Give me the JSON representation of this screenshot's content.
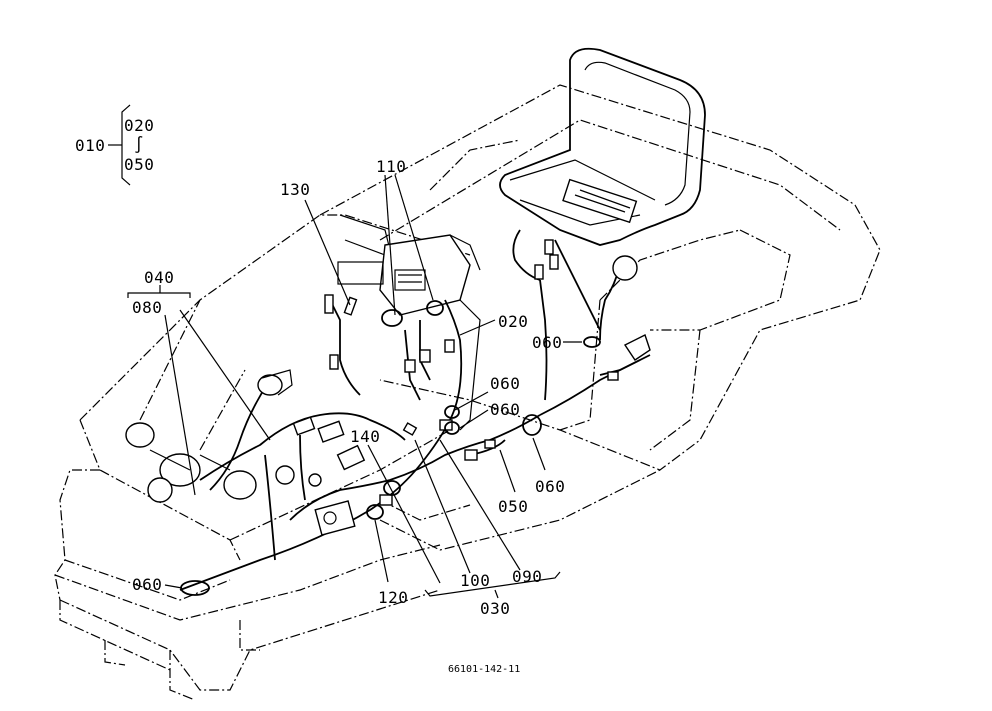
{
  "diagram": {
    "callouts": {
      "c010": "010",
      "c020_top": "020",
      "c_range": "∫",
      "c050_top": "050",
      "c040": "040",
      "c080": "080",
      "c130": "130",
      "c110": "110",
      "c020": "020",
      "c060_a": "060",
      "c060_b": "060",
      "c060_c": "060",
      "c060_d": "060",
      "c060_e": "060",
      "c140": "140",
      "c050": "050",
      "c120": "120",
      "c100": "100",
      "c090": "090",
      "c030": "030"
    },
    "drawing_number": "66101-142-11"
  }
}
